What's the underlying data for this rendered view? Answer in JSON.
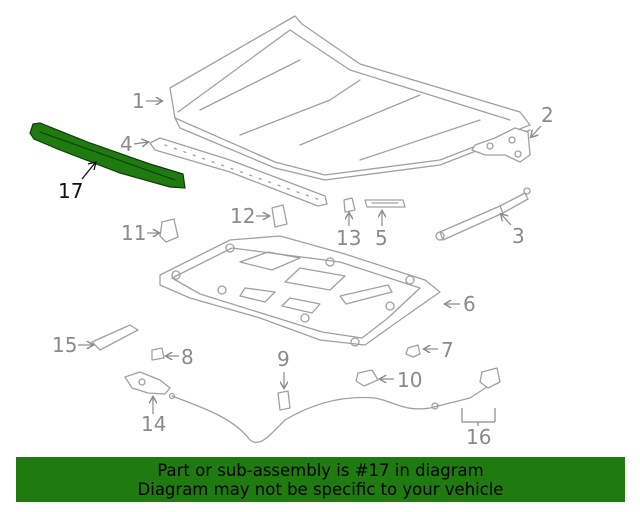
{
  "diagram": {
    "highlight_color": "#1f7a10",
    "highlighted_callout": "17",
    "callouts": [
      "1",
      "2",
      "3",
      "4",
      "5",
      "6",
      "7",
      "8",
      "9",
      "10",
      "11",
      "12",
      "13",
      "14",
      "15",
      "16",
      "17"
    ]
  },
  "banner": {
    "color": "#1f7a10",
    "line1": "Part or sub-assembly is #17 in diagram",
    "line2": "Diagram may not be specific to your vehicle"
  }
}
